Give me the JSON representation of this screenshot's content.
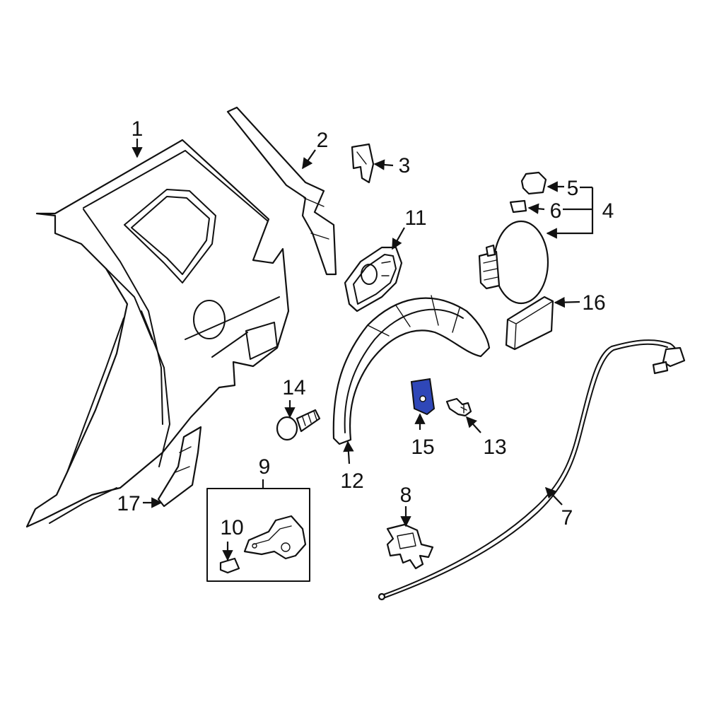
{
  "callouts": [
    "1",
    "2",
    "3",
    "4",
    "5",
    "6",
    "7",
    "8",
    "9",
    "10",
    "11",
    "12",
    "13",
    "14",
    "15",
    "16",
    "17"
  ],
  "colors": {
    "line": "#111111",
    "background": "#ffffff",
    "highlight": "#2f47b8"
  },
  "highlighted_part": "15"
}
